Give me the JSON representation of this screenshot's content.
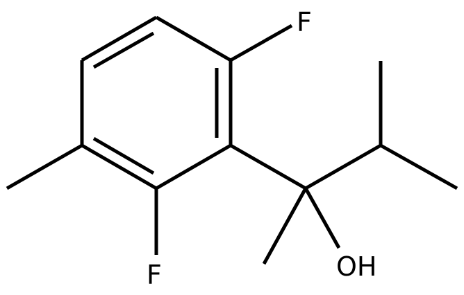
{
  "molecule": {
    "atoms": {
      "fluorine_top": "F",
      "fluorine_bottom": "F",
      "hydroxyl": "OH"
    },
    "colors": {
      "bond": "#000000",
      "label": "#000000",
      "background": "#ffffff"
    }
  }
}
